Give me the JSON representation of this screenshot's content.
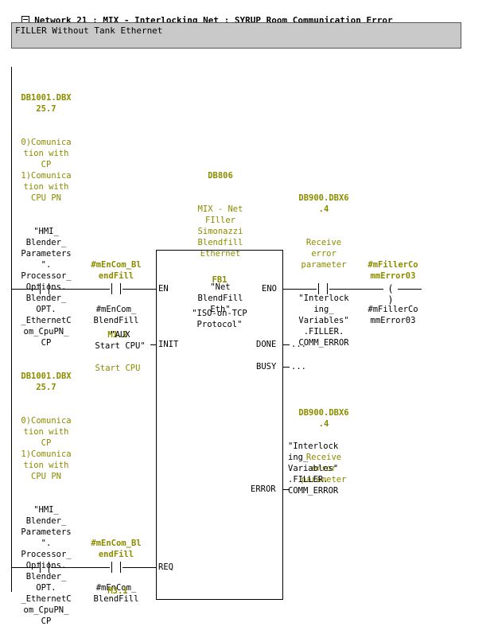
{
  "network": {
    "title": "Network 21 : MIX - Interlocking Net : SYRUP Room Communication Error",
    "comment": "FILLER Without Tank Ethernet"
  },
  "contact1": {
    "address": "DB1001.DBX\n25.7",
    "comment": "0)Comunica\ntion with\nCP\n1)Comunica\ntion with\nCPU PN",
    "symbol": "\"HMI_\nBlender_\nParameters\n\".\nProcessor_\nOptions.\nBlender_\nOPT.\n_EthernetC\nom_CpuPN_\nCP"
  },
  "contact2": {
    "address": "#mEnCom_Bl\nendFill",
    "symbol": "#mEnCom_\nBlendFill"
  },
  "block": {
    "instance_address": "DB806",
    "instance_comment": "MIX - Net\nFIller\nSimonazzi\nBlendfill\nEthernet",
    "instance_symbol": "\"Net\nBlendFill\nEth\"",
    "type_address": "FB1",
    "type_name": "\"ISO-on-TCP\nProtocol\"",
    "pin_en": "EN",
    "pin_eno": "ENO",
    "pin_init": "INIT",
    "pin_done": "DONE",
    "pin_busy": "BUSY",
    "pin_error": "ERROR",
    "pin_req": "REQ"
  },
  "eno_contact": {
    "address": "DB900.DBX6\n.4",
    "comment": "Receive\nerror\nparameter",
    "symbol": "\"Interlock\ning_\nVariables\"\n.FILLER.\nCOMM_ERROR"
  },
  "coil": {
    "address": "#mFillerCo\nmmError03",
    "symbol": "#mFillerCo\nmmError03",
    "glyph": "( )"
  },
  "init_param": {
    "address": "M1.2",
    "comment": "Start CPU",
    "symbol": "\"AUX\nStart CPU\""
  },
  "done_param": "...",
  "busy_param": "...",
  "error_param": {
    "address": "DB900.DBX6\n.4",
    "comment": "Receive\nerror\nparameter",
    "symbol": "\"Interlock\ning_\nVariables\"\n.FILLER.\nCOMM_ERROR"
  },
  "contact3": {
    "address": "DB1001.DBX\n25.7",
    "comment": "0)Comunica\ntion with\nCP\n1)Comunica\ntion with\nCPU PN",
    "symbol": "\"HMI_\nBlender_\nParameters\n\".\nProcessor_\nOptions.\nBlender_\nOPT.\n_EthernetC\nom_CpuPN_\nCP"
  },
  "contact4": {
    "address": "#mEnCom_Bl\nendFill",
    "symbol": "#mEnCom_\nBlendFill"
  },
  "next_param": {
    "address": "M3.1"
  }
}
